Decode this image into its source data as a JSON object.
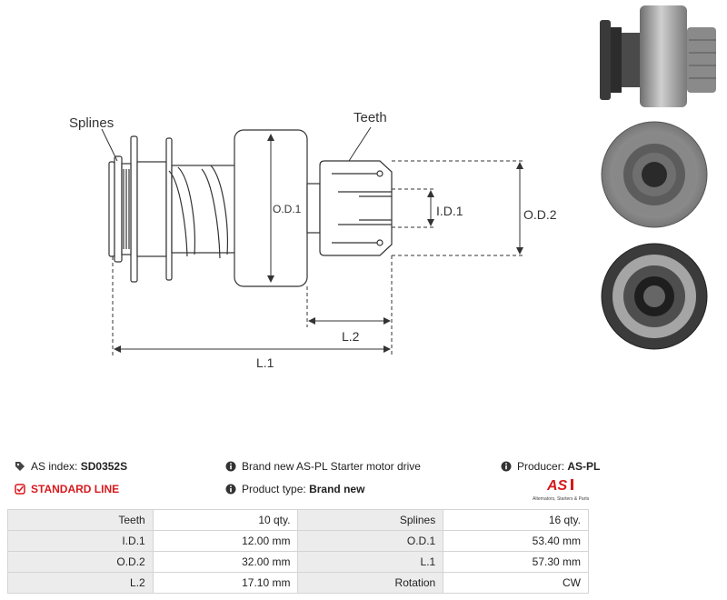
{
  "diagram": {
    "labels": {
      "splines": "Splines",
      "teeth": "Teeth",
      "od1": "O.D.1",
      "id1": "I.D.1",
      "od2": "O.D.2",
      "l2": "L.2",
      "l1": "L.1"
    }
  },
  "info": {
    "as_index_label": "AS index:",
    "as_index_value": "SD0352S",
    "line": "STANDARD LINE",
    "description": "Brand new AS-PL Starter motor drive",
    "product_type_label": "Product type:",
    "product_type_value": "Brand new",
    "producer_label": "Producer:",
    "producer_value": "AS-PL"
  },
  "logo": {
    "mark": "AS",
    "tagline": "Alternators, Starters & Parts",
    "color": "#d7191c"
  },
  "specs": [
    [
      {
        "label": "Teeth",
        "value": "10 qty."
      },
      {
        "label": "Splines",
        "value": "16 qty."
      }
    ],
    [
      {
        "label": "I.D.1",
        "value": "12.00 mm"
      },
      {
        "label": "O.D.1",
        "value": "53.40 mm"
      }
    ],
    [
      {
        "label": "O.D.2",
        "value": "32.00 mm"
      },
      {
        "label": "L.1",
        "value": "57.30 mm"
      }
    ],
    [
      {
        "label": "L.2",
        "value": "17.10 mm"
      },
      {
        "label": "Rotation",
        "value": "CW"
      }
    ]
  ]
}
